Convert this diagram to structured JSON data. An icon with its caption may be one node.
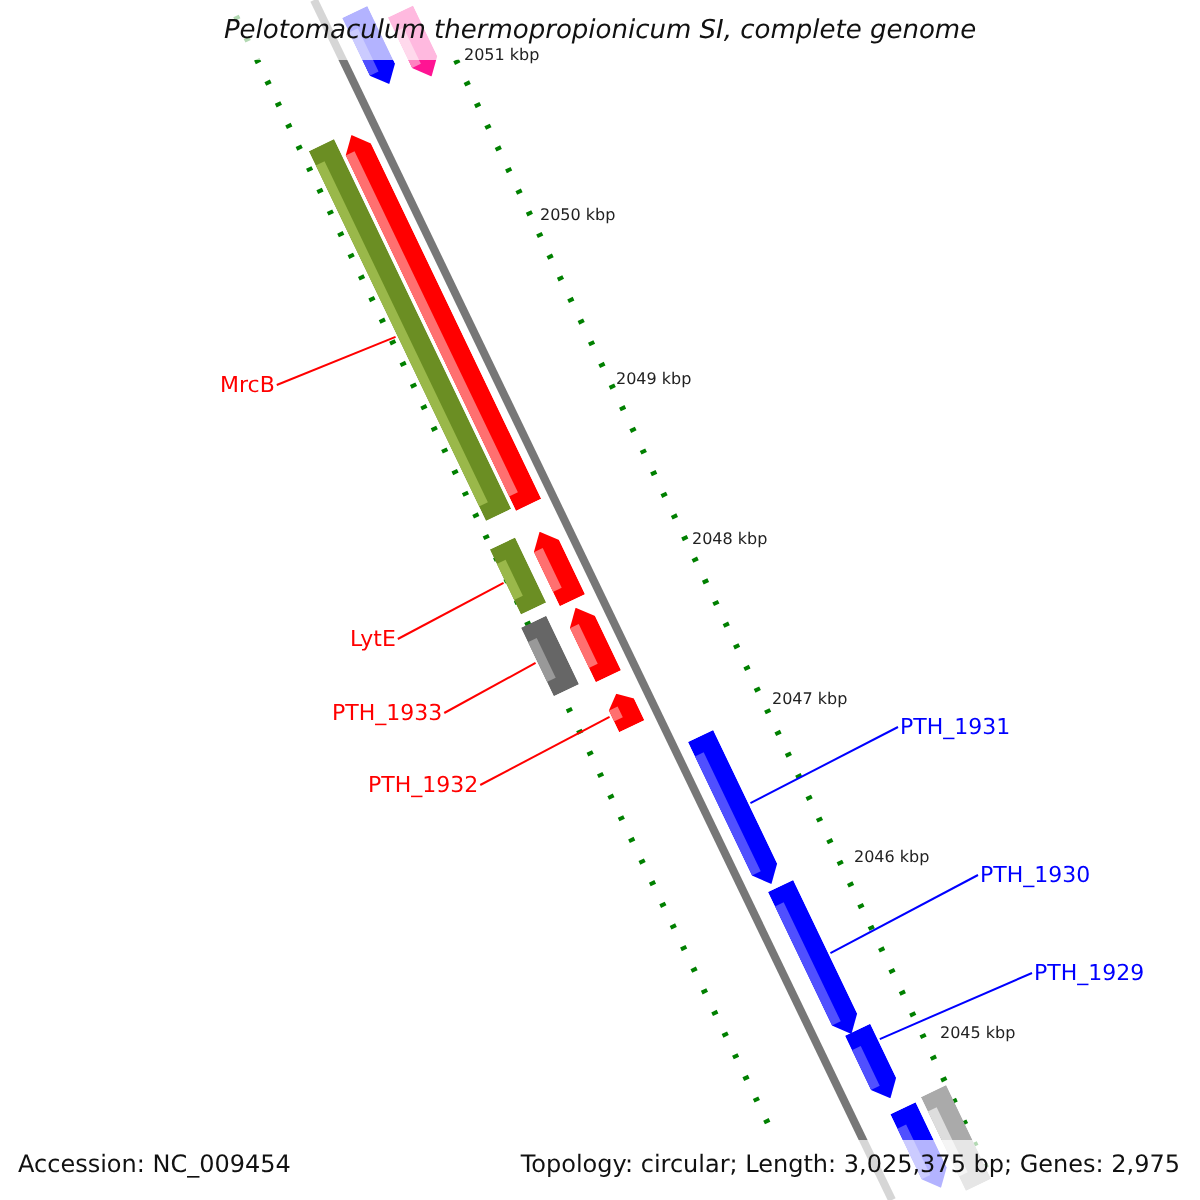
{
  "diagram": {
    "title": "Pelotomaculum thermopropionicum SI, complete genome",
    "nodes": [
      {
        "text": [
          "MrcB"
        ]
      },
      {
        "text": [
          "LytE"
        ]
      },
      {
        "text": [
          "PTH_1933"
        ]
      },
      {
        "text": [
          "PTH_1932"
        ]
      },
      {
        "text": [
          "PTH_1931"
        ]
      },
      {
        "text": [
          "PTH_1930"
        ]
      },
      {
        "text": [
          "PTH_1929"
        ]
      },
      {
        "text": [],
        "shape": "arrow"
      },
      {
        "text": [],
        "shape": "arrow"
      },
      {
        "text": [],
        "shape": "arrow"
      },
      {
        "text": [],
        "shape": "arrow"
      },
      {
        "text": [],
        "shape": "arrow"
      },
      {
        "text": [],
        "shape": "arrow"
      },
      {
        "text": [],
        "shape": "arrow"
      },
      {
        "text": [],
        "shape": "arrow"
      },
      {
        "text": [],
        "shape": "arrow"
      },
      {
        "text": [],
        "shape": "arrow"
      },
      {
        "text": [],
        "shape": "arrow"
      },
      {
        "text": [],
        "shape": "arrow"
      },
      {
        "text": [],
        "shape": "arrow"
      },
      {
        "text": [],
        "shape": "arrow"
      }
    ],
    "edges": [
      {
        "from": 0,
        "to": 7,
        "arrow": "none"
      },
      {
        "from": 1,
        "to": 8,
        "arrow": "none"
      },
      {
        "from": 2,
        "to": 9,
        "arrow": "none"
      },
      {
        "from": 3,
        "to": 10,
        "arrow": "none"
      },
      {
        "from": 4,
        "to": 11,
        "arrow": "none",
        "color": "#0000ff"
      },
      {
        "from": 5,
        "to": 12,
        "arrow": "none",
        "color": "#0000ff"
      },
      {
        "from": 6,
        "to": 13,
        "arrow": "none",
        "color": "#0000ff"
      }
    ],
    "labels": [
      "2051 kbp",
      "2050 kbp",
      "2049 kbp",
      "2048 kbp",
      "2047 kbp",
      "2046 kbp",
      "2045 kbp",
      "Accession: NC_009454",
      "Topology: circular; Length: 3,025,375 bp; Genes: 2,975"
    ]
  }
}
